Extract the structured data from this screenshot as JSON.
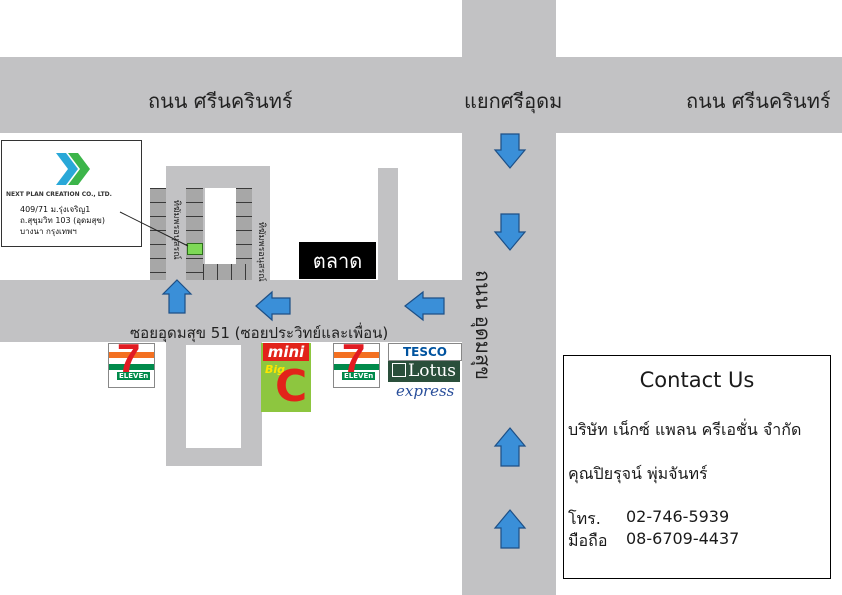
{
  "map": {
    "roads": {
      "srinakarin_left": "ถนน  ศรีนครินทร์",
      "intersection": "แยกศรีอุดม",
      "srinakarin_right": "ถนน  ศรีนครินทร์",
      "udomsuk_road": "ถนน  อุดมสุข",
      "soi": "ซอยอุดมสุข  51  (ซอยประวิทย์และเพื่อน)",
      "building_label": "ทิฆัมพรอนุสรณ์"
    },
    "market": "ตลาด",
    "stores": {
      "seven_eleven_brand": "7",
      "seven_eleven_text": "ELEVEn",
      "minibigc_top": "mini",
      "minibigc_mid": "Big",
      "minibigc_letter": "C",
      "tesco_top": "TESCO",
      "tesco_mid": "Lotus",
      "tesco_bottom": "express"
    },
    "company_card": {
      "name": "NEXT PLAN CREATION CO., LTD.",
      "address_line1": "409/71    ม.รุ่งเจริญ1",
      "address_line2": "ถ.สุขุมวิท  103  (อุดมสุข)",
      "address_line3": "บางนา   กรุงเทพฯ"
    },
    "colors": {
      "road": "#c2c2c4",
      "arrow": "#3a8fd8",
      "logo_cyan": "#29a8d8",
      "logo_green": "#3cb54a",
      "marker": "#7ed957"
    }
  },
  "contact": {
    "title": "Contact  Us",
    "company": "บริษัท  เน็กซ์  แพลน  ครีเอชั่น  จำกัด",
    "person": "คุณปิยรุจน์  พุ่มจันทร์",
    "phone_label": "โทร.",
    "phone": "02-746-5939",
    "mobile_label": "มือถือ",
    "mobile": "08-6709-4437"
  }
}
